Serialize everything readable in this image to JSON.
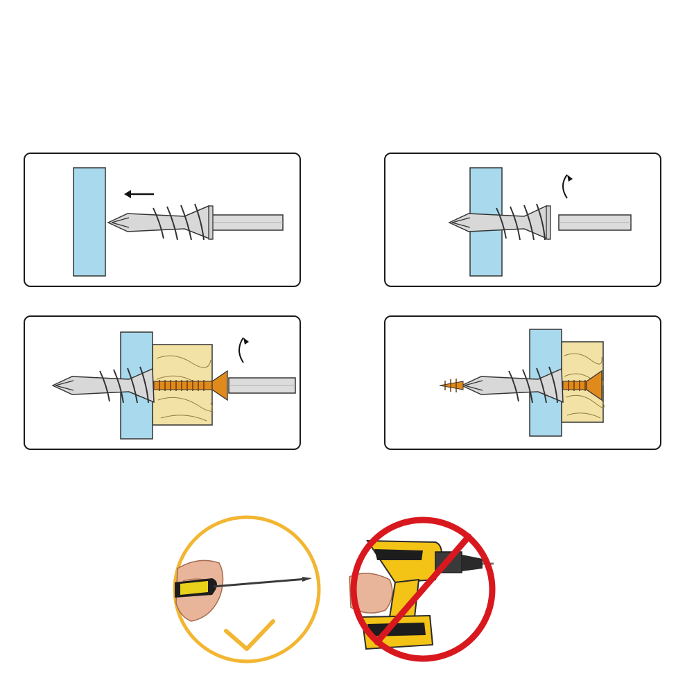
{
  "diagram": {
    "steps": [
      {
        "id": 1,
        "action": "push-in",
        "arrow_icon": "left-arrow-icon"
      },
      {
        "id": 2,
        "action": "rotate",
        "arrow_icon": "rotate-arrow-icon"
      },
      {
        "id": 3,
        "action": "insert-screw-and-rotate",
        "arrow_icon": "rotate-arrow-icon"
      },
      {
        "id": 4,
        "action": "installed",
        "arrow_icon": ""
      }
    ],
    "badges": [
      {
        "name": "screwdriver",
        "meaning": "correct",
        "icon": "check-icon"
      },
      {
        "name": "electric-drill",
        "meaning": "prohibited",
        "icon": "prohibited-icon"
      }
    ]
  },
  "colors": {
    "drywall": "#a9d9ec",
    "anchor": "#d8d8d8",
    "screw": "#e08a1c",
    "wood": "#f2e2a6",
    "check_ring": "#f2b632",
    "ban_ring": "#d8181e",
    "drill_yellow": "#f3c316"
  }
}
